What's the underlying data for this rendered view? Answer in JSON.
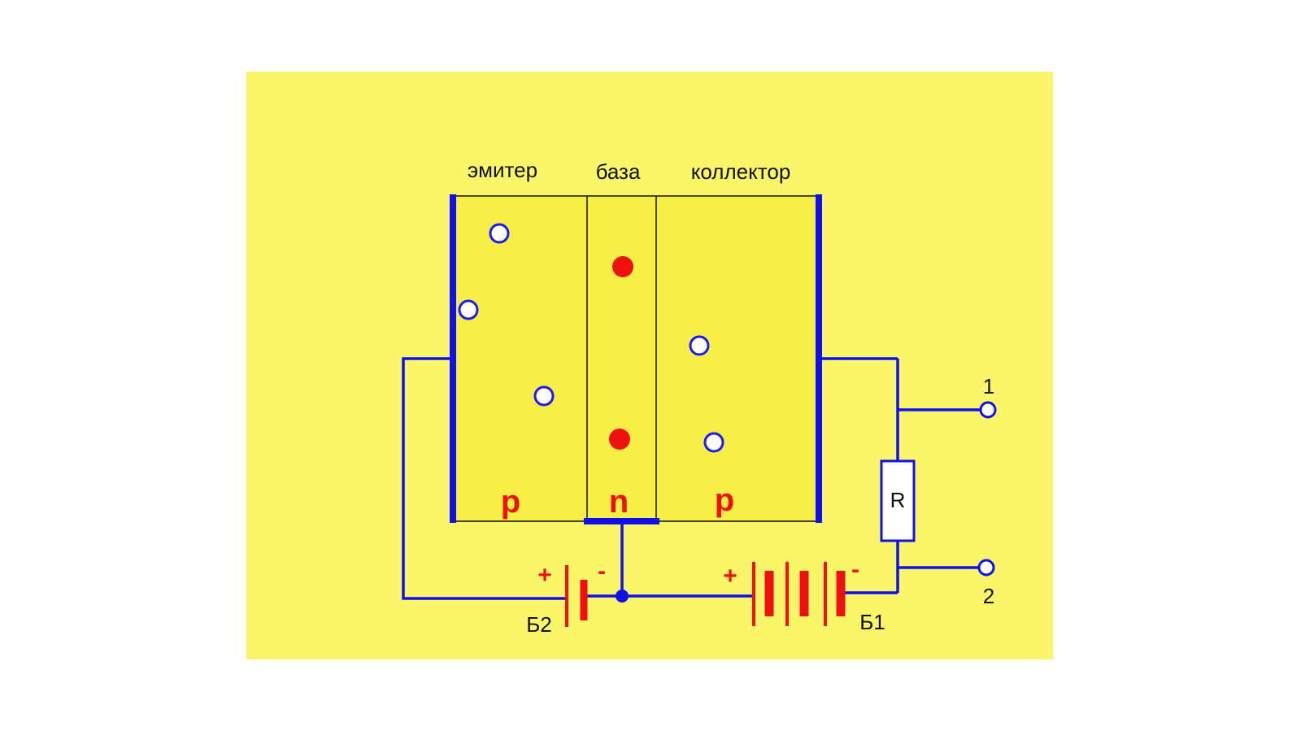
{
  "colors": {
    "panel_background": "#fbf56a",
    "crystal_fill": "#f7ef46",
    "wire": "#1010ee",
    "battery_plate": "#ee1111",
    "region_letter": "#ee1111",
    "hole_marker": "#1a1aff",
    "electron_marker": "#ee1111"
  },
  "regions": {
    "emitter": {
      "label": "эмитер",
      "type": "p"
    },
    "base": {
      "label": "база",
      "type": "n"
    },
    "collector": {
      "label": "коллектор",
      "type": "p"
    }
  },
  "carriers": {
    "emitter_holes": 3,
    "base_electrons": 2,
    "collector_holes": 2
  },
  "resistor": {
    "label": "R"
  },
  "batteries": {
    "b2": {
      "label": "Б2",
      "plus": "+",
      "minus": "-"
    },
    "b1": {
      "label": "Б1",
      "plus": "+",
      "minus": "-"
    }
  },
  "terminals": {
    "t1": {
      "label": "1"
    },
    "t2": {
      "label": "2"
    }
  }
}
